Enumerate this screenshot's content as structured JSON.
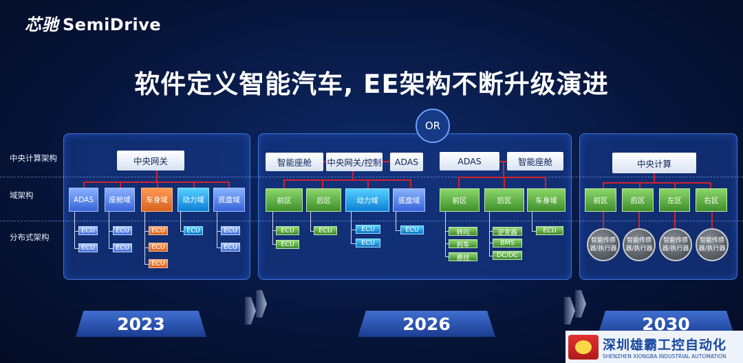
{
  "header": {
    "logo_cn": "芯驰",
    "logo_en": "SemiDrive",
    "title": "软件定义智能汽车, EE架构不断升级演进"
  },
  "row_labels": [
    "中央计算架构",
    "域架构",
    "分布式架构"
  ],
  "or_label": "OR",
  "panel_2023": {
    "central": "中央网关",
    "domains": [
      "ADAS",
      "座舱域",
      "车身域",
      "动力域",
      "底盘域"
    ],
    "ecu": "ECU",
    "year": "2023"
  },
  "panel_2026": {
    "left": {
      "central": [
        "智能座舱",
        "中央网关/控制",
        "ADAS"
      ],
      "domains": [
        "前区",
        "后区",
        "动力域",
        "底盘域"
      ],
      "ecu": "ECU"
    },
    "right": {
      "central": [
        "ADAS",
        "智能座舱"
      ],
      "domains": [
        "前区",
        "后区",
        "车身域"
      ],
      "col1": [
        "转向",
        "刹车",
        "悬挂"
      ],
      "col2": [
        "逆变器",
        "BMS",
        "DC/DC"
      ],
      "ecu": "ECU"
    },
    "year": "2026"
  },
  "panel_2030": {
    "central": "中央计算",
    "zones": [
      "前区",
      "后区",
      "左区",
      "右区"
    ],
    "sensor": "智能传感器/执行器",
    "year": "2030"
  },
  "watermark": {
    "cn": "深圳雄霸工控自动化",
    "en": "SHENZHEN XIONGBA INDUSTRIAL AUTOMATION"
  }
}
